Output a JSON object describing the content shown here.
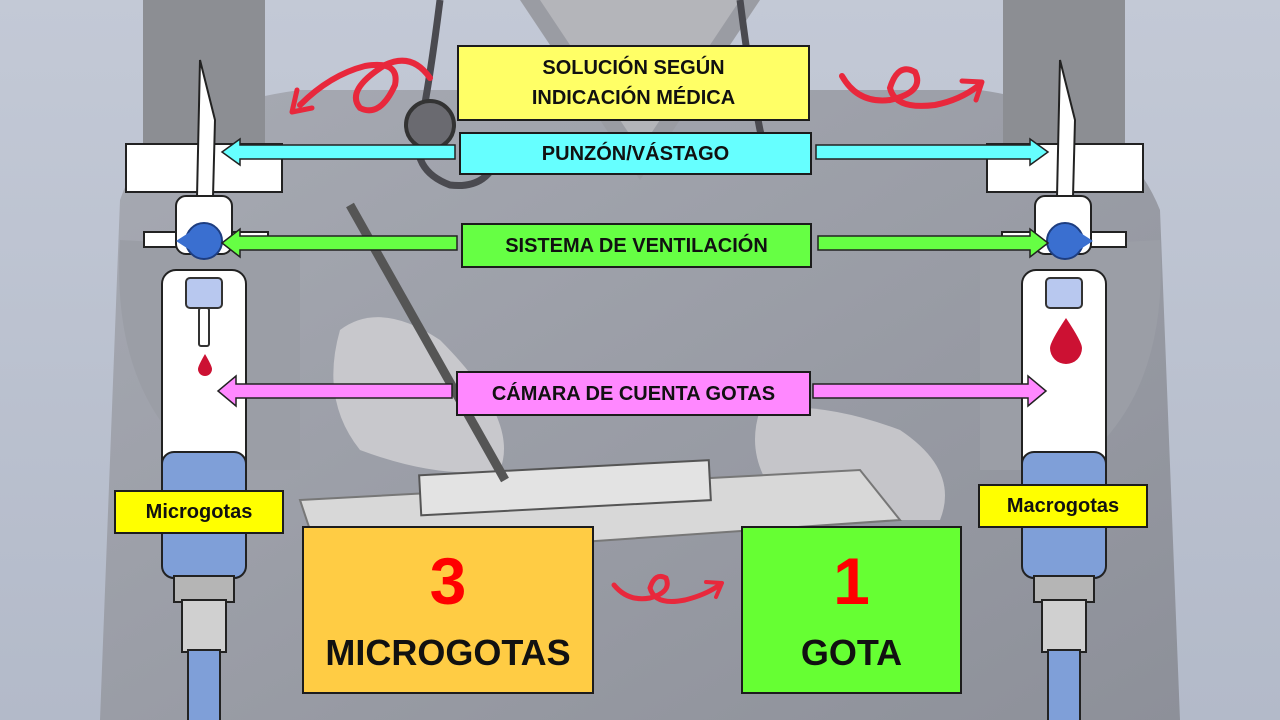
{
  "labels": {
    "solution": [
      "SOLUCIÓN SEGÚN",
      "INDICACIÓN MÉDICA"
    ],
    "spike": "PUNZÓN/VÁSTAGO",
    "vent": "SISTEMA DE VENTILACIÓN",
    "chamber": "CÁMARA DE CUENTA GOTAS"
  },
  "tags": {
    "left": "Microgotas",
    "right": "Macrogotas"
  },
  "equivalence": {
    "left_number": "3",
    "left_word": "MICROGOTAS",
    "right_number": "1",
    "right_word": "GOTA"
  },
  "colors": {
    "yellow_label": "#ffff66",
    "cyan_arrow": "#66ffff",
    "green_arrow": "#66ff44",
    "pink_arrow": "#ff88ff",
    "orange_box": "#ffcc44",
    "green_box": "#66ff33",
    "number_red": "#ff0000",
    "curl_red": "#e8283c",
    "drop_red": "#cc1133",
    "tube_blue": "#7f9fd8"
  },
  "icons": [
    "curly-arrow-icon",
    "drop-icon",
    "vent-valve-icon",
    "spike-icon"
  ]
}
